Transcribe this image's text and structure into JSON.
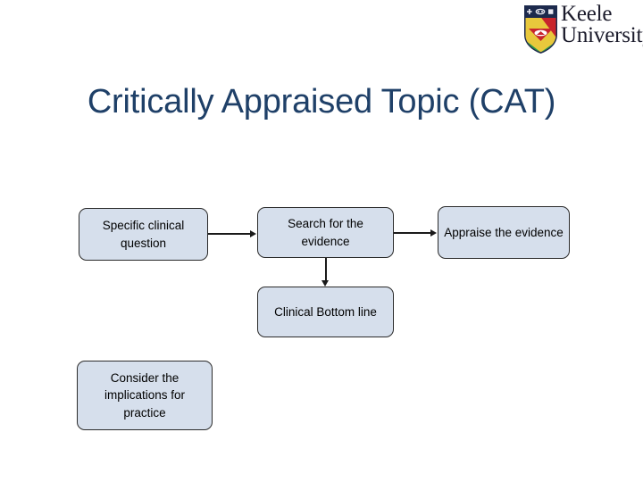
{
  "slide": {
    "title": "Critically Appraised Topic (CAT)",
    "background_color": "#ffffff",
    "title_color": "#1f4068"
  },
  "logo": {
    "name": "keele-university-logo",
    "line1": "Keele",
    "line2": "University",
    "crest": {
      "name": "keele-crest",
      "band_color": "#1d2a4d",
      "segment_colors": [
        "#e8c83c",
        "#c8242c",
        "#1f9a4d",
        "#e8c83c"
      ]
    }
  },
  "diagram_data": {
    "type": "flowchart",
    "box_fill": "#d6dfec",
    "box_border": "#2b2b2b",
    "connector_color": "#1a1a1a",
    "nodes": [
      {
        "id": "question",
        "label": "Specific clinical question"
      },
      {
        "id": "search",
        "label": "Search for the evidence"
      },
      {
        "id": "appraise",
        "label": "Appraise the evidence"
      },
      {
        "id": "bottomline",
        "label": "Clinical Bottom line"
      },
      {
        "id": "implications",
        "label": "Consider the implications for practice"
      }
    ],
    "edges": [
      {
        "from": "question",
        "to": "search",
        "direction": "right"
      },
      {
        "from": "search",
        "to": "appraise",
        "direction": "right"
      },
      {
        "from": "search",
        "to": "bottomline",
        "direction": "down"
      }
    ]
  }
}
